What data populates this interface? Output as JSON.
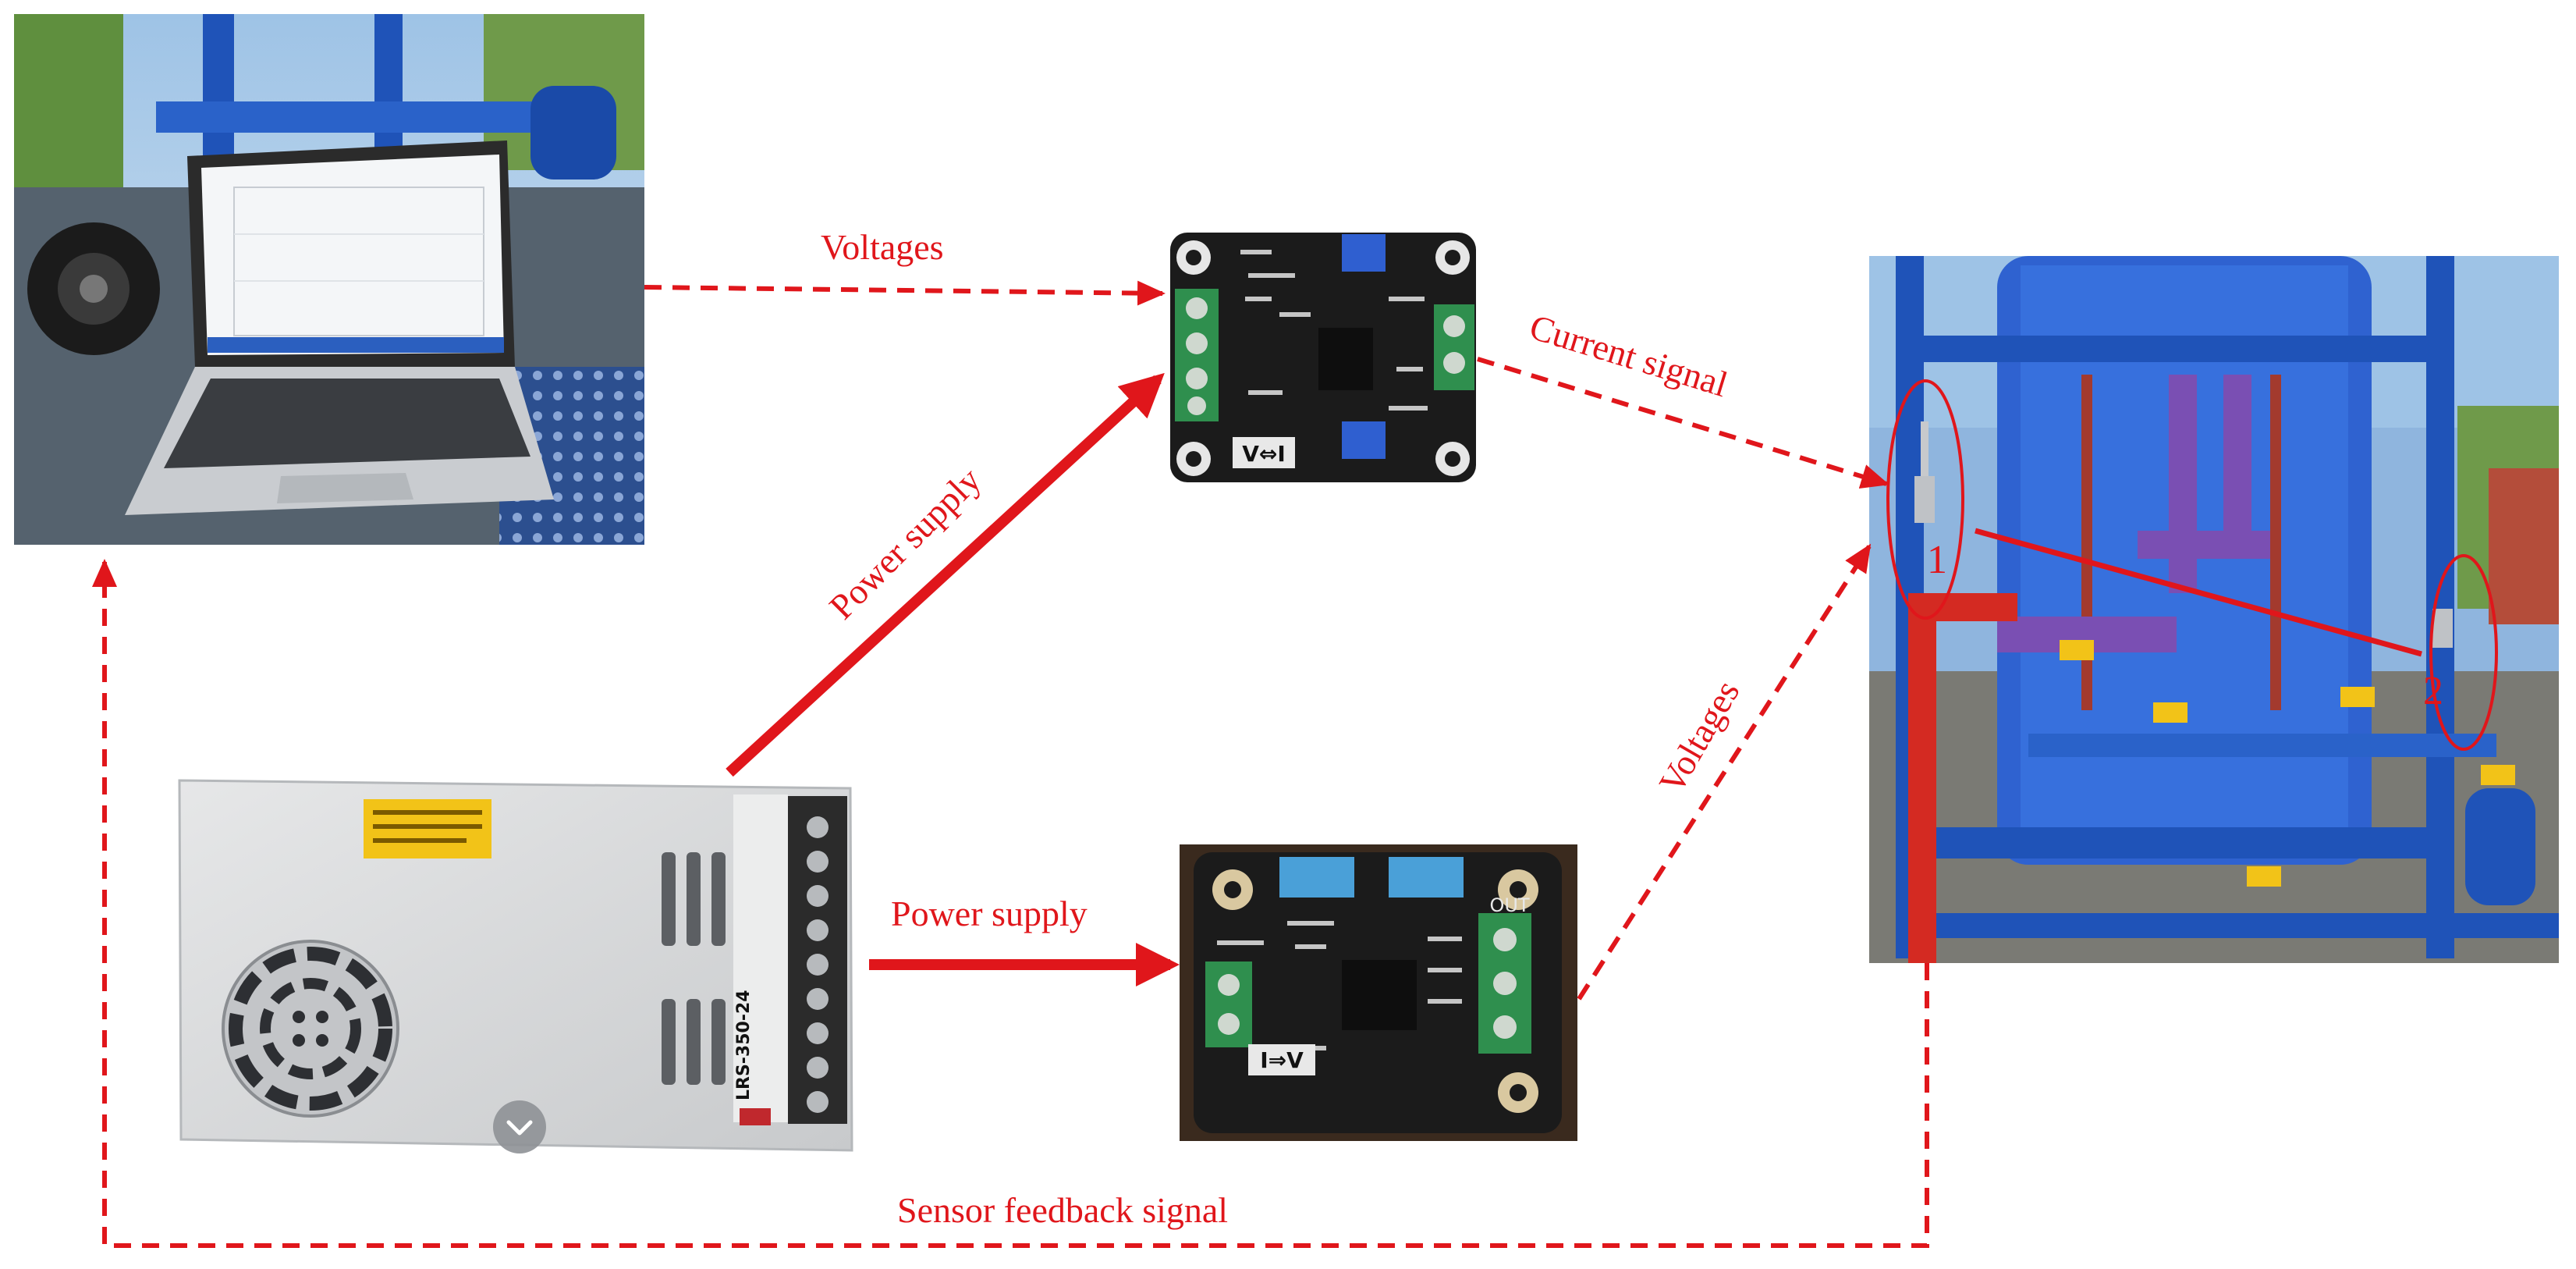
{
  "colors": {
    "arrow": "#e0161b",
    "frame_blue": "#1f53b8",
    "board_dark": "#1b1b1b",
    "terminal_green": "#2f8f4e",
    "psu_silver": "#d9dadb"
  },
  "labels": {
    "voltages_top": "Voltages",
    "current_signal": "Current signal",
    "power_supply_diag": "Power supply",
    "power_supply_horiz": "Power supply",
    "voltages_diag": "Voltages",
    "sensor_feedback": "Sensor feedback signal"
  },
  "photos": {
    "laptop": {
      "icon": "laptop-photo"
    },
    "v_to_i_board": {
      "icon": "circuit-board-photo",
      "print": "V⇔I"
    },
    "i_to_v_board": {
      "icon": "circuit-board-photo",
      "print": "I⇒V",
      "out_label": "OUT"
    },
    "power_supply_unit": {
      "icon": "power-supply-photo",
      "model": "LRS-350-24"
    },
    "test_rig": {
      "icon": "pipeline-rig-photo",
      "marker_1": "1",
      "marker_2": "2"
    }
  }
}
